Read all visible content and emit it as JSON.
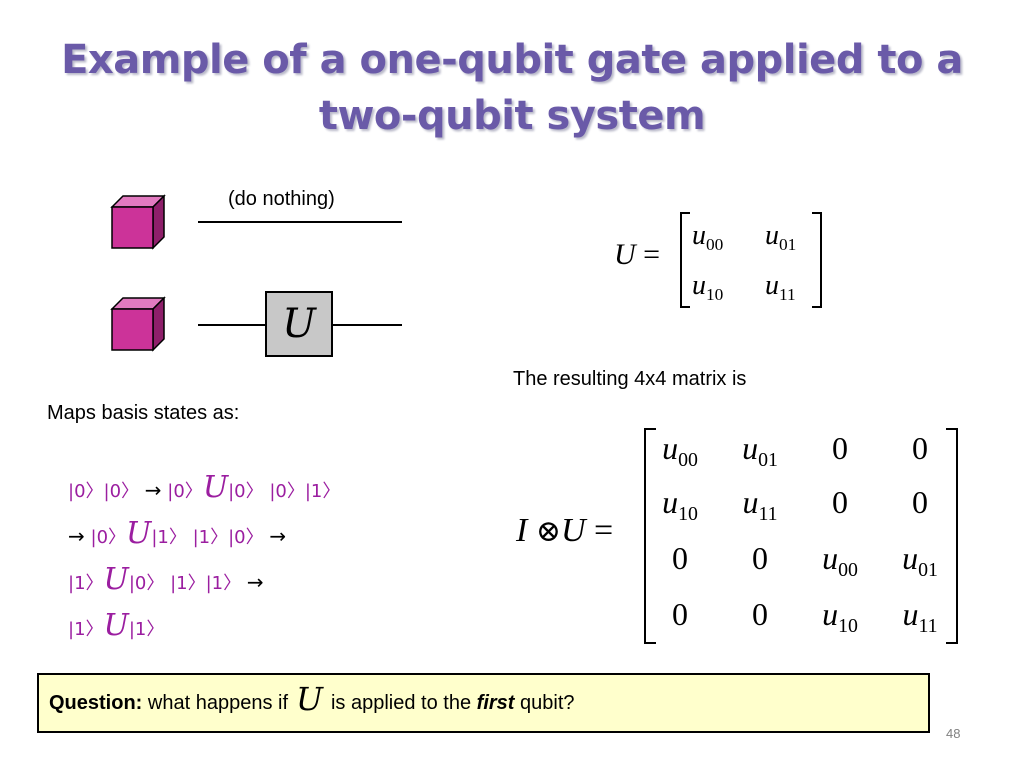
{
  "title": "Example of a one-qubit gate applied to a two-qubit system",
  "circuit": {
    "top_label": "(do nothing)",
    "gate_label": "U"
  },
  "u_matrix": {
    "lhs": "U",
    "rows": [
      [
        "u",
        "00",
        "u",
        "01"
      ],
      [
        "u",
        "10",
        "u",
        "11"
      ]
    ]
  },
  "result_label": "The resulting 4x4 matrix is",
  "kron_matrix": {
    "lhs_i": "I",
    "lhs_op": "⊗",
    "lhs_u": "U",
    "eq": "=",
    "rows": [
      [
        {
          "b": "u",
          "s": "00"
        },
        {
          "b": "u",
          "s": "01"
        },
        {
          "b": "0",
          "s": ""
        },
        {
          "b": "0",
          "s": ""
        }
      ],
      [
        {
          "b": "u",
          "s": "10"
        },
        {
          "b": "u",
          "s": "11"
        },
        {
          "b": "0",
          "s": ""
        },
        {
          "b": "0",
          "s": ""
        }
      ],
      [
        {
          "b": "0",
          "s": ""
        },
        {
          "b": "0",
          "s": ""
        },
        {
          "b": "u",
          "s": "00"
        },
        {
          "b": "u",
          "s": "01"
        }
      ],
      [
        {
          "b": "0",
          "s": ""
        },
        {
          "b": "0",
          "s": ""
        },
        {
          "b": "u",
          "s": "10"
        },
        {
          "b": "u",
          "s": "11"
        }
      ]
    ]
  },
  "maps_label": "Maps basis states as:",
  "mapping": {
    "line1": {
      "a": "|0〉|0〉",
      "arrow": "→",
      "b": "|0〉",
      "U": "U",
      "c": "|0〉 |0〉|1〉"
    },
    "line2": {
      "arrow": "→",
      "a": "|0〉",
      "U": "U",
      "b": "|1〉 |1〉|0〉",
      "arrow2": "→"
    },
    "line3": {
      "a": "|1〉",
      "U": "U",
      "b": "|0〉 |1〉|1〉",
      "arrow": "→"
    },
    "line4": {
      "a": "|1〉",
      "U": "U",
      "b": "|1〉"
    }
  },
  "question": {
    "bold": "Question:",
    "text1": "what happens if",
    "U": "U",
    "text2": "is applied to the",
    "emph": "first",
    "text3": "qubit?"
  },
  "page_number": "48",
  "colors": {
    "title": "#6a5aa8",
    "cube": "#cc3399",
    "gate_fill": "#c8c8c8",
    "ket_text": "#9b1ea0",
    "question_bg": "#ffffcc"
  }
}
